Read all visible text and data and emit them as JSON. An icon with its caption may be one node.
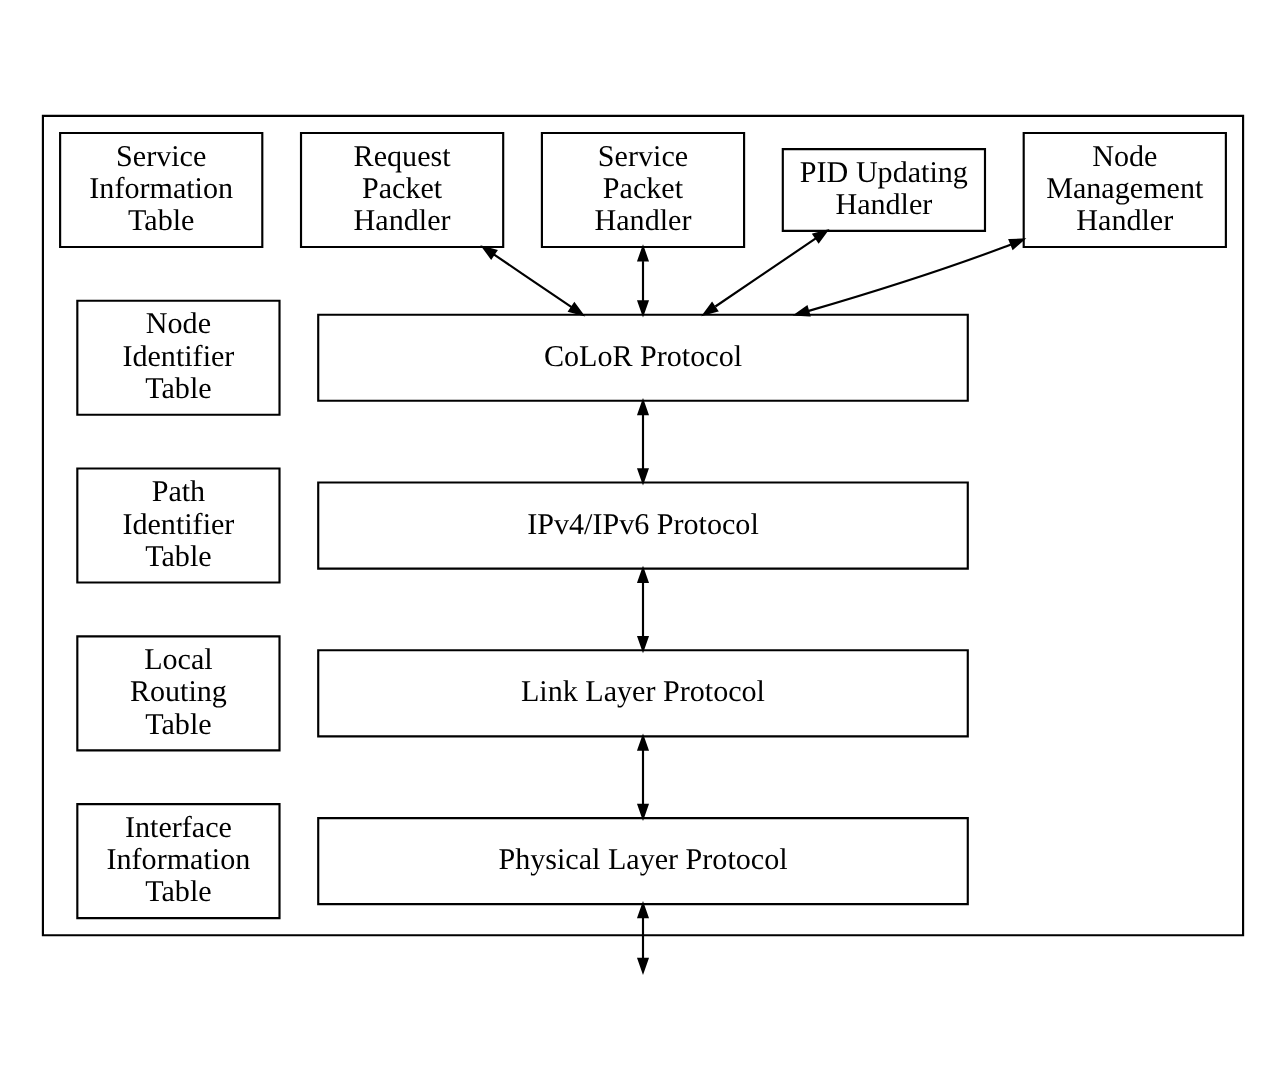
{
  "diagram": {
    "nodes": [
      {
        "text": [],
        "shape": "box"
      },
      {
        "text": [
          "Service Information Table"
        ],
        "in": 0
      },
      {
        "text": [
          "Request Packet Handler"
        ],
        "in": 0
      },
      {
        "text": [
          "Service Packet Handler"
        ],
        "in": 0
      },
      {
        "text": [
          "PID Updating Handler"
        ],
        "in": 0
      },
      {
        "text": [
          "Node Management Handler"
        ],
        "in": 0
      },
      {
        "text": [
          "Node Identifier Table"
        ],
        "in": 0
      },
      {
        "text": [
          "CoLoR Protocol"
        ],
        "in": 0
      },
      {
        "text": [
          "Path Identifier Table"
        ],
        "in": 0
      },
      {
        "text": [
          "IPv4/IPv6 Protocol"
        ],
        "in": 0
      },
      {
        "text": [
          "Local Routing Table"
        ],
        "in": 0
      },
      {
        "text": [
          "Link Layer Protocol"
        ],
        "in": 0
      },
      {
        "text": [
          "Interface Information Table"
        ],
        "in": 0
      },
      {
        "text": [
          "Physical Layer Protocol"
        ],
        "in": 0
      }
    ],
    "edges": [
      {
        "from": 2,
        "to": 7,
        "arrow": "both"
      },
      {
        "from": 3,
        "to": 7,
        "arrow": "both"
      },
      {
        "from": 4,
        "to": 7,
        "arrow": "both"
      },
      {
        "from": 5,
        "to": 7,
        "arrow": "both"
      },
      {
        "from": 7,
        "to": 9,
        "arrow": "both"
      },
      {
        "from": 9,
        "to": 11,
        "arrow": "both"
      },
      {
        "from": 11,
        "to": 13,
        "arrow": "both"
      },
      {
        "from": 13,
        "to": null,
        "arrow": "both"
      }
    ]
  }
}
